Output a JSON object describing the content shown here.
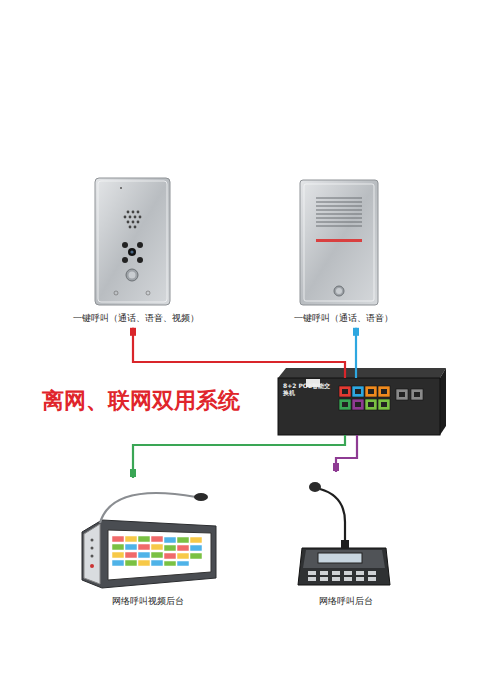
{
  "diagram": {
    "title": "离网、联网双用系统",
    "nodes": [
      {
        "text": [
          "一键呼叫（通话、语音、视频）"
        ]
      },
      {
        "text": [
          "一键呼叫（通话、语音）"
        ]
      },
      {
        "text": [
          "8+2 POE智能交换机"
        ]
      },
      {
        "text": [
          "网络呼叫视频后台"
        ]
      },
      {
        "text": [
          "网络呼叫后台"
        ]
      }
    ],
    "edges": [
      {
        "from": 0,
        "to": 2,
        "arrow": "none"
      },
      {
        "from": 1,
        "to": 2,
        "arrow": "none"
      },
      {
        "from": 2,
        "to": 3,
        "arrow": "none"
      },
      {
        "from": 2,
        "to": 4,
        "arrow": "none"
      }
    ]
  }
}
